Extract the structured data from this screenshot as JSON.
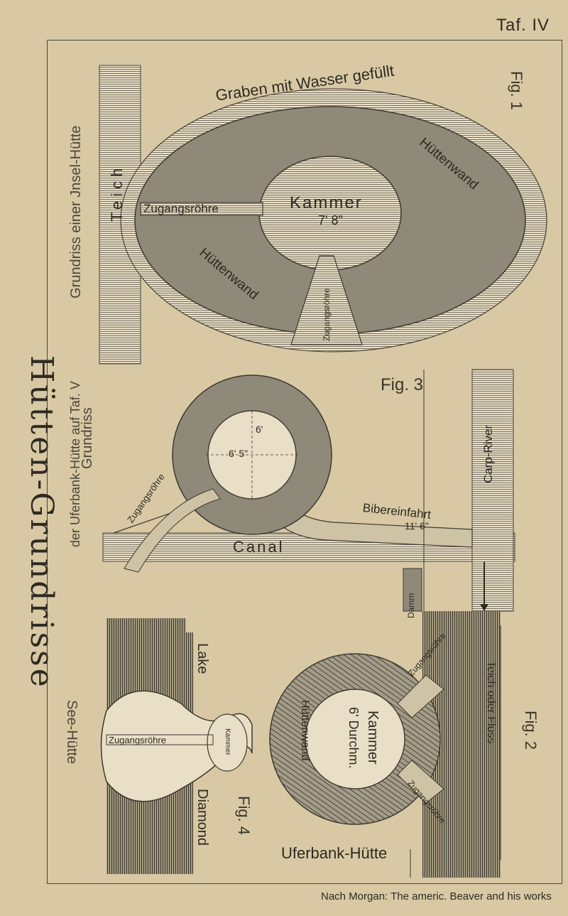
{
  "plate": "Taf. IV",
  "side_title": "Hütten-Grundrisse",
  "credit": "Nach Morgan: The americ. Beaver and his works",
  "fig1": {
    "label": "Fig. 1",
    "caption": "Grundriss einer Jnsel-Hütte",
    "pond": "Teich",
    "moat": "Graben mit Wasser gefüllt",
    "wall_a": "Hüttenwand",
    "wall_b": "Hüttenwand",
    "chamber": "Kammer",
    "chamber_size": "7' 8\"",
    "tube_a": "Zugangsröhre",
    "tube_b": "Zugangsröhre"
  },
  "fig3": {
    "label": "Fig. 3",
    "caption_a": "Grundriss",
    "caption_b": "der Uferbank-Hütte auf Taf. V",
    "dim_a": "6' 5\"",
    "dim_b": "6'",
    "entrance": "Bibereinfahrt",
    "entrance_len": "11' 6\"",
    "canal": "Canal",
    "river": "Carp-River",
    "dam": "Damm",
    "tube": "Zugangsröhre"
  },
  "fig2": {
    "label": "Fig. 2",
    "title": "Uferbank-Hütte",
    "chamber": "Kammer",
    "chamber_size": "6' Durchm.",
    "wall": "Hüttenwand",
    "pond": "Teich oder Fluss",
    "tube_a": "Zugangsröhre",
    "tube_b": "Zugangsröhre"
  },
  "fig4": {
    "label": "Fig. 4",
    "caption": "See-Hütte",
    "lake": "Lake",
    "diamond": "Diamond",
    "tube": "Zugangsröhre",
    "chamber": "Kammer"
  }
}
